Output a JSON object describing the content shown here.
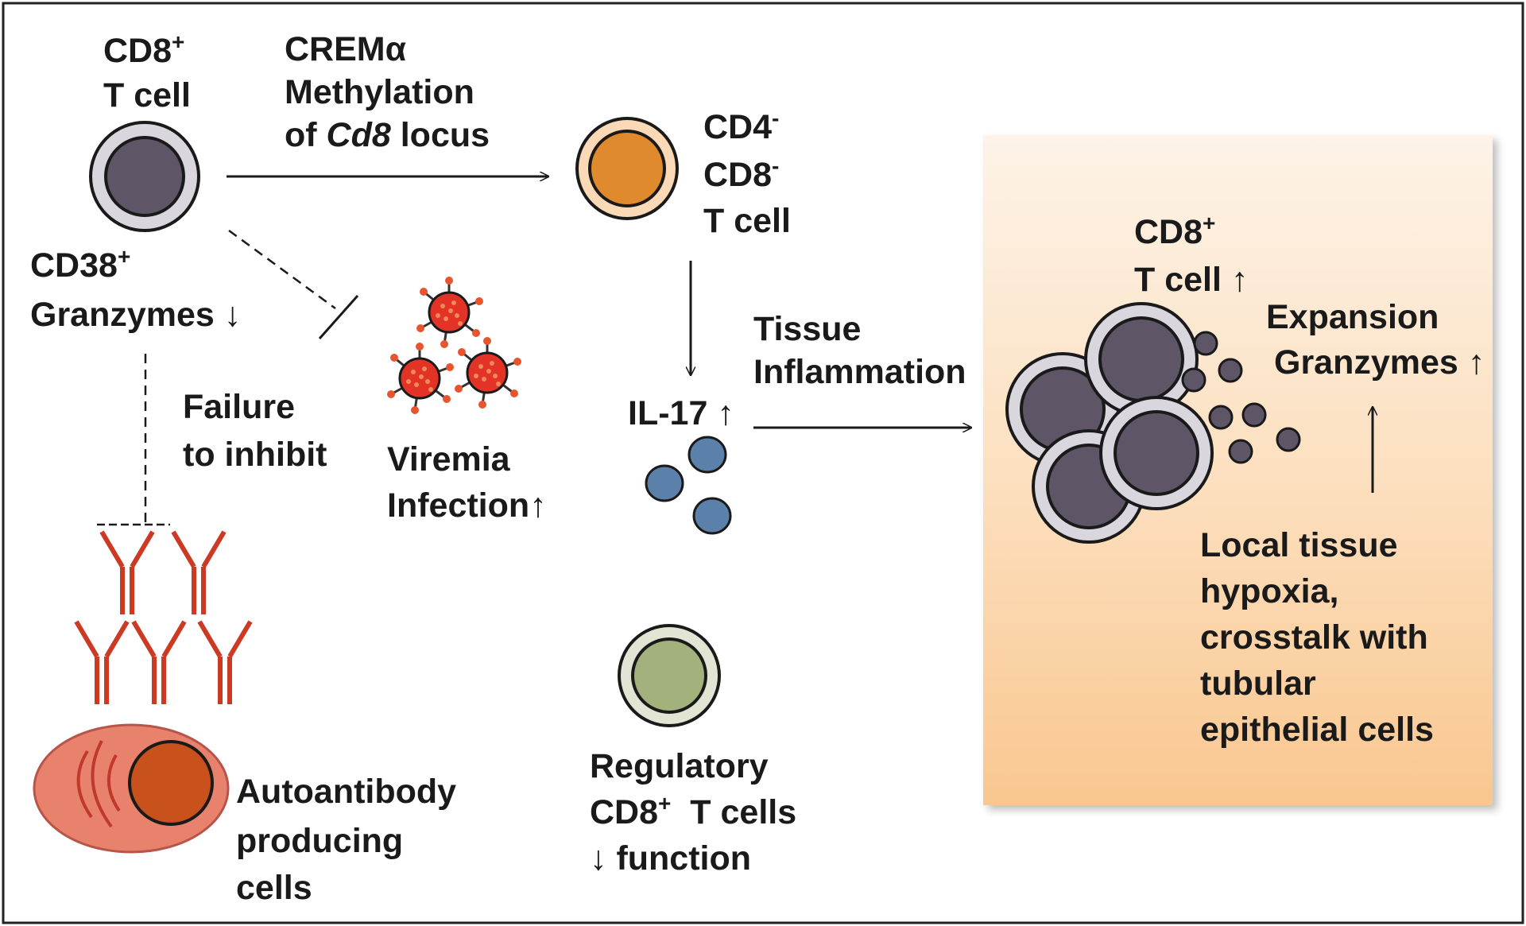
{
  "labels": {
    "cd8_top_name": "CD8",
    "cd8_top_sup": "+",
    "cd8_top_line2": "T cell",
    "crem_line1": "CREMα",
    "crem_line2": "Methylation",
    "crem_line3_pre": "of ",
    "crem_line3_italic": "Cd8",
    "crem_line3_post": " locus",
    "dn_line1_name": "CD4",
    "dn_line1_sup": "-",
    "dn_line2_name": "CD8",
    "dn_line2_sup": "-",
    "dn_line3": "T cell",
    "cd38_name": "CD38",
    "cd38_sup": "+",
    "granzymes_down": "Granzymes ↓",
    "failure_line1": "Failure",
    "failure_line2": "to inhibit",
    "viremia_line1": "Viremia",
    "viremia_line2": "Infection↑",
    "il17": "IL-17 ↑",
    "tissue_line1": "Tissue",
    "tissue_line2": "Inflammation",
    "autoab_line1": "Autoantibody",
    "autoab_line2": "producing",
    "autoab_line3": "cells",
    "reg_line1": "Regulatory",
    "reg_line2_name": "CD8",
    "reg_line2_sup": "+",
    "reg_line2_post": "  T cells",
    "reg_line3": "↓ function",
    "panel_cd8_name": "CD8",
    "panel_cd8_sup": "+",
    "panel_tcell_up": "T cell ↑",
    "expansion": "Expansion",
    "granzymes_up": "Granzymes ↑",
    "local_line1": "Local tissue",
    "local_line2": "hypoxia,",
    "local_line3": "crosstalk with",
    "local_line4": "tubular",
    "local_line5": "epithelial cells"
  },
  "colors": {
    "cd8_cell": "#5e5567",
    "cd8_ring": "#d9d6de",
    "dn_cell": "#e08a2e",
    "dn_ring": "#fbd9b6",
    "reg_cell": "#a3b27c",
    "reg_ring": "#e2e5d4",
    "il17": "#5b80aa",
    "virus": "#e33326",
    "antibody": "#cc3a24",
    "plasma_body": "#e8826c",
    "plasma_nucleus": "#c9511c",
    "panel_top": "#fdf2e6",
    "panel_bottom": "#f9c48c"
  },
  "icons": {
    "cd8_t_cell": "cd8-t-cell-icon",
    "double_negative_cell": "cd4-cd8-double-negative-cell-icon",
    "regulatory_cell": "regulatory-cd8-t-cell-icon",
    "virus": "virus-particle-icon",
    "il17": "il17-cytokine-icon",
    "antibody": "antibody-icon",
    "plasma_cell": "autoantibody-producing-cell-icon"
  }
}
